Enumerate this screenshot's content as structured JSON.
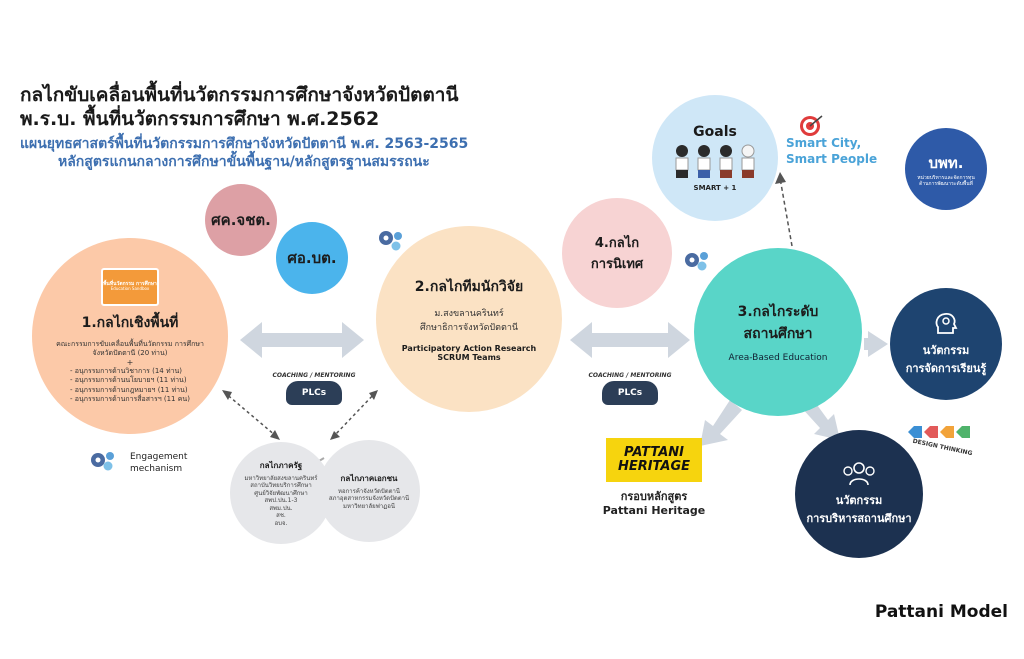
{
  "header": {
    "title_line1": "กลไกขับเคลื่อนพื้นที่นวัตกรรมการศึกษาจังหวัดปัตตานี",
    "title_line2": "พ.ร.บ. พื้นที่นวัตกรรมการศึกษา พ.ศ.2562",
    "subtitle_line1": "แผนยุทธศาสตร์พื้นที่นวัตกรรมการศึกษาจังหวัดปัตตานี พ.ศ. 2563-2565",
    "subtitle_line2": "หลักสูตรแกนกลางการศึกษาขั้นพื้นฐาน/หลักสูตรฐานสมรรถนะ"
  },
  "small_circles": {
    "jk": "ศค.จชต.",
    "sa": "ศอ.บต.",
    "pw_title": "บพท.",
    "pw_sub": "หน่วยบริหารและจัดการทุน ด้านการพัฒนาระดับพื้นที่"
  },
  "area_mechanism": {
    "logo_text": "พื้นที่นวัตกรรม การศึกษา",
    "logo_sub": "Education Sandbox",
    "title": "1.กลไกเชิงพื้นที่",
    "committee": "คณะกรรมการขับเคลื่อนพื้นที่นวัตกรรม การศึกษาจังหวัดปัตตานี (20 ท่าน)",
    "plus": "+",
    "sub_committees": [
      "- อนุกรรมการด้านวิชาการ (14 ท่าน)",
      "- อนุกรรมการด้านนโยบายฯ (11 ท่าน)",
      "- อนุกรรมการด้านกฎหมายฯ (11 ท่าน)",
      "- อนุกรรมการด้านการสื่อสารฯ (11 คน)"
    ]
  },
  "researcher_mechanism": {
    "title": "2.กลไกทีมนักวิจัย",
    "org": "ม.สงขลานครินทร์",
    "org2": "ศึกษาธิการจังหวัดปัตตานี",
    "method1": "Participatory Action Research",
    "method2": "SCRUM Teams"
  },
  "school_mechanism": {
    "title1": "3.กลไกระดับ",
    "title2": "สถานศึกษา",
    "sub": "Area-Based Education"
  },
  "supervision": {
    "line1": "4.กลไก",
    "line2": "การนิเทศ"
  },
  "goals": {
    "title": "Goals",
    "tag": "SMART + 1",
    "smart_city": "Smart City,",
    "smart_people": "Smart People"
  },
  "coaching_label": "COACHING / MENTORING",
  "plcs": "PLCs",
  "engagement": {
    "line1": "Engagement",
    "line2": "mechanism"
  },
  "government": {
    "title": "กลไกภาครัฐ",
    "items": [
      "มหาวิทยาลัยสงขลานครินทร์",
      "สถาบันวิทยบริการศึกษา",
      "ศูนย์วิจัยพัฒนาศึกษา",
      "สพป.ปน.1-3",
      "สพม.ปน.",
      "สช.",
      "อบจ."
    ]
  },
  "private": {
    "title": "กลไกภาคเอกชน",
    "items": [
      "หอการค้าจังหวัดปัตตานี",
      "สภาอุตสาหกรรมจังหวัดปัตตานี",
      "มหาวิทยาลัยฟาฏอนี"
    ]
  },
  "heritage": {
    "logo1": "PATTANI",
    "logo2": "HERITAGE",
    "caption1": "กรอบหลักสูตร",
    "caption2": "Pattani Heritage"
  },
  "innovation_learning": {
    "line1": "นวัตกรรม",
    "line2": "การจัดการเรียนรู้"
  },
  "innovation_admin": {
    "line1": "นวัตกรรม",
    "line2": "การบริหารสถานศึกษา"
  },
  "design_thinking": "DESIGN THINKING",
  "footer": "Pattani Model",
  "colors": {
    "accent_blue": "#3d6fb0",
    "teal": "#59d5c8",
    "navy": "#1c3150"
  }
}
